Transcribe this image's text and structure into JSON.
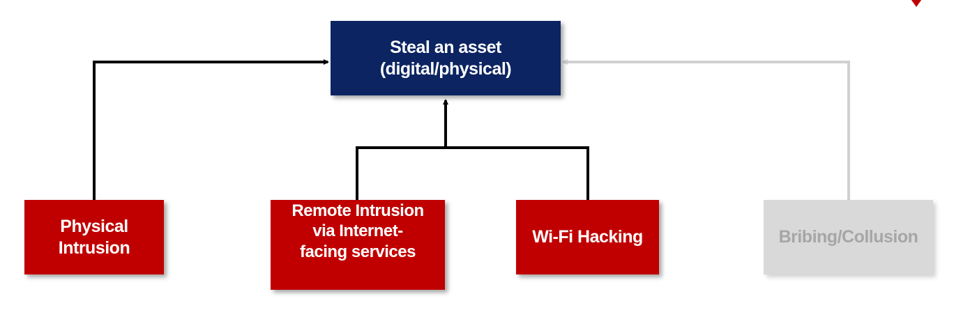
{
  "diagram": {
    "goal": {
      "label": "Steal an asset\n(digital/physical)",
      "color": "#0c2461"
    },
    "nodes": [
      {
        "id": "physical",
        "label": "Physical\nIntrusion",
        "color": "#c00000",
        "active": true
      },
      {
        "id": "remote",
        "label": "Remote Intrusion\nvia Internet-\nfacing services",
        "color": "#c00000",
        "active": true
      },
      {
        "id": "wifi",
        "label": "Wi-Fi Hacking",
        "color": "#c00000",
        "active": true
      },
      {
        "id": "bribe",
        "label": "Bribing/Collusion",
        "color": "#d9d9d9",
        "active": false
      }
    ],
    "edges": [
      {
        "from": "physical",
        "to": "goal",
        "style": "active"
      },
      {
        "from": "remote",
        "to": "goal",
        "style": "active"
      },
      {
        "from": "wifi",
        "to": "goal",
        "style": "active"
      },
      {
        "from": "bribe",
        "to": "goal",
        "style": "inactive"
      }
    ],
    "edge_colors": {
      "active": "#000000",
      "inactive": "#d0d0d0"
    }
  }
}
